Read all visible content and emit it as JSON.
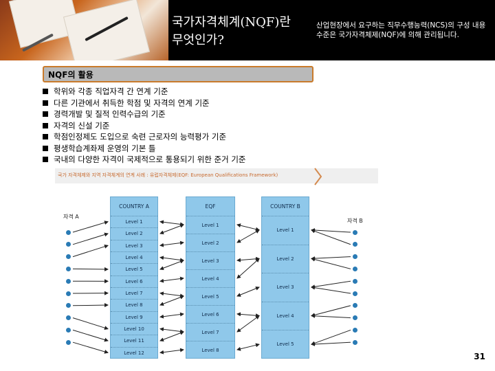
{
  "header": {
    "title_line1": "국가자격체계(NQF)란",
    "title_line2": "무엇인가?",
    "subtitle": "산업현장에서 요구하는 직무수행능력(NCS)의 구성 내용 수준은 국가자격체제(NQF)에 의해 관리됩니다."
  },
  "section": {
    "heading": "NQF의 활용"
  },
  "bullets": [
    "학위와 각종 직업자격 간 연계 기준",
    "다른 기관에서 취득한 학점 및 자격의 연계 기준",
    "경력개발 및 질적 인력수급의 기준",
    "자격의 신설 기준",
    "학점인정제도 도입으로 숙련 근로자의 능력평가 기준",
    "평생학습계좌제 운영의 기본 틀",
    "국내의 다양한 자격이 국제적으로 통용되기 위한 준거 기준"
  ],
  "diagram": {
    "caption": "국가 자격체제와 지역 자격체계의 연계 사례 : 유럽자격체제(EQF: European Qualifications Framework)",
    "left_label": "자격 A",
    "right_label": "자격 B",
    "country_a": {
      "title": "COUNTRY A",
      "levels": [
        "Level 1",
        "Level 2",
        "Level 3",
        "Level 4",
        "Level 5",
        "Level 6",
        "Level 7",
        "Level 8",
        "Level 9",
        "Level 10",
        "Level 11",
        "Level 12"
      ]
    },
    "eqf": {
      "title": "EQF",
      "levels": [
        "Level 1",
        "Level 2",
        "Level 3",
        "Level 4",
        "Level 5",
        "Level 6",
        "Level 7",
        "Level 8"
      ]
    },
    "country_b": {
      "title": "COUNTRY B",
      "levels": [
        "Level 1",
        "Level 2",
        "Level 3",
        "Level 4",
        "Level 5"
      ]
    }
  },
  "page_number": "31",
  "colors": {
    "column_fill": "#8fc8ea",
    "section_border": "#c97a2a",
    "dot": "#2a7bb5"
  }
}
